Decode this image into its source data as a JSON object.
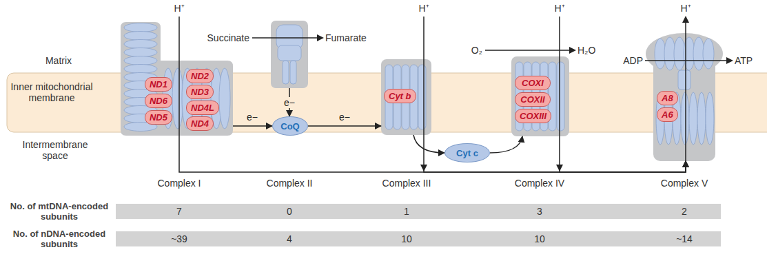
{
  "diagram": {
    "nodes": [
      {
        "text": [
          "Complex I"
        ]
      },
      {
        "text": [
          "ND1"
        ],
        "in": 0
      },
      {
        "text": [
          "ND2"
        ],
        "in": 0
      },
      {
        "text": [
          "ND3"
        ],
        "in": 0
      },
      {
        "text": [
          "ND6"
        ],
        "in": 0
      },
      {
        "text": [
          "ND4L"
        ],
        "in": 0
      },
      {
        "text": [
          "ND5"
        ],
        "in": 0
      },
      {
        "text": [
          "ND4"
        ],
        "in": 0
      },
      {
        "text": [
          "Complex II"
        ]
      },
      {
        "text": [
          "CoQ"
        ]
      },
      {
        "text": [
          "Complex III"
        ]
      },
      {
        "text": [
          "Cyt b"
        ],
        "in": 10
      },
      {
        "text": [
          "Cyt c"
        ]
      },
      {
        "text": [
          "Complex IV"
        ]
      },
      {
        "text": [
          "COXI"
        ],
        "in": 13
      },
      {
        "text": [
          "COXII"
        ],
        "in": 13
      },
      {
        "text": [
          "COXIII"
        ],
        "in": 13
      },
      {
        "text": [
          "Complex V"
        ]
      },
      {
        "text": [
          "A8"
        ],
        "in": 17
      },
      {
        "text": [
          "A6"
        ],
        "in": 17
      }
    ],
    "edges": [
      {
        "from": 0,
        "to": 9,
        "label": "e−",
        "arrow": "to"
      },
      {
        "from": 8,
        "to": 9,
        "label": "e−",
        "arrow": "to"
      },
      {
        "from": 9,
        "to": 10,
        "label": "e−",
        "arrow": "to"
      },
      {
        "from": 10,
        "to": 12,
        "arrow": "to"
      },
      {
        "from": 12,
        "to": 13,
        "arrow": "to"
      },
      {
        "from": 0,
        "to": 17,
        "arrow": "to"
      },
      {
        "from": 10,
        "to": 17,
        "arrow": "to"
      },
      {
        "from": 13,
        "to": 17,
        "arrow": "to"
      }
    ],
    "labels": [
      "Matrix",
      "Inner mitochondrial membrane",
      "Intermembrane space",
      "H⁺",
      "Succinate",
      "Fumarate",
      "H⁺",
      "O₂",
      "H₂O",
      "H⁺",
      "ADP",
      "ATP",
      "H⁺",
      "No. of mtDNA-encoded subunits",
      "7",
      "0",
      "1",
      "3",
      "2",
      "No. of nDNA-encoded subunits",
      "~39",
      "4",
      "10",
      "10",
      "~14"
    ]
  }
}
